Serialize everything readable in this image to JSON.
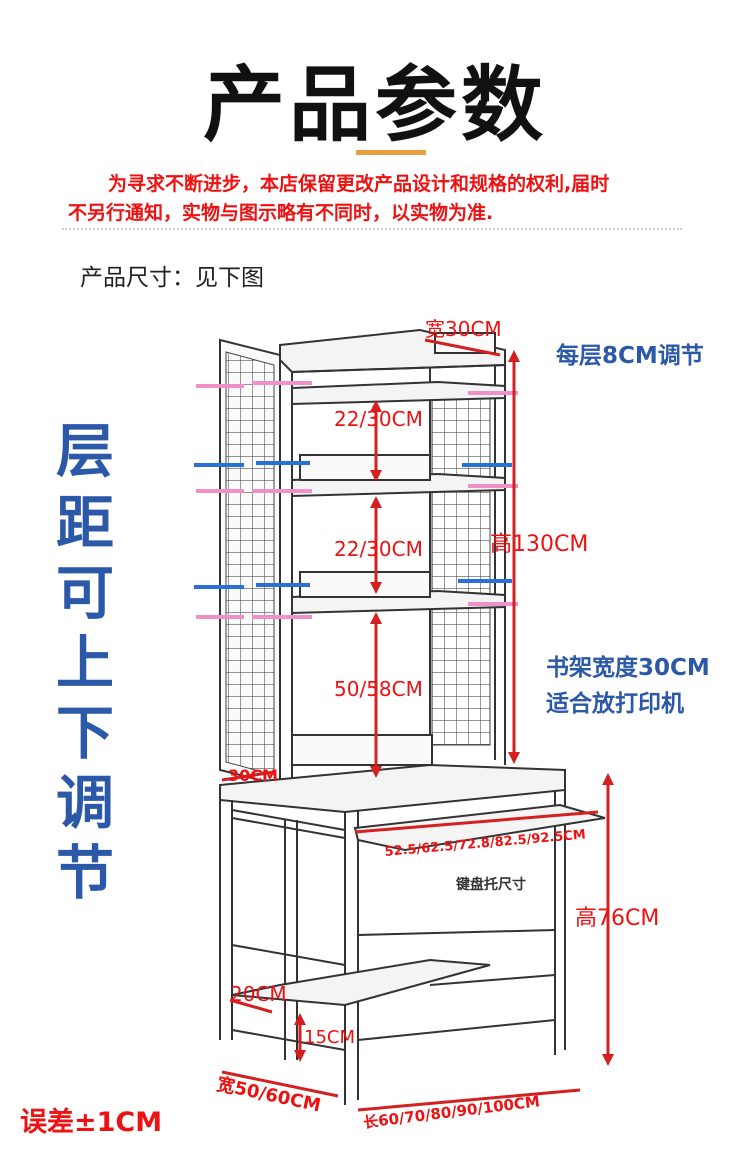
{
  "title": "产品参数",
  "notice": {
    "line1": "为寻求不断进步，本店保留更改产品设计和规格的权利,届时",
    "line2": "不另行通知，实物与图示略有不同时，以实物为准."
  },
  "size_label": "产品尺寸：见下图",
  "side_banner": [
    "层",
    "距",
    "可",
    "上",
    "下",
    "调",
    "节"
  ],
  "notes": {
    "per_layer": "每层8CM调节",
    "shelf_width_line1": "书架宽度30CM",
    "shelf_width_line2": "适合放打印机"
  },
  "dimensions": {
    "top_width": "宽30CM",
    "shelf_gap_1": "22/30CM",
    "shelf_gap_2": "22/30CM",
    "shelf_gap_3": "50/58CM",
    "height_upper": "高130CM",
    "side_depth": "30CM",
    "keyboard_sizes": "52.5/62.5/72.8/82.5/92.5CM",
    "keyboard_label": "键盘托尺寸",
    "height_desk": "高76CM",
    "bottom_shelf": "20CM",
    "foot_height": "15CM",
    "width": "宽50/60CM",
    "length": "长60/70/80/90/100CM"
  },
  "error_note": "误差±1CM",
  "colors": {
    "red": "#e11111",
    "blue": "#2c58a8",
    "pink": "#f090c8",
    "accent_blue": "#2a70d8",
    "orange": "#e8a040"
  }
}
